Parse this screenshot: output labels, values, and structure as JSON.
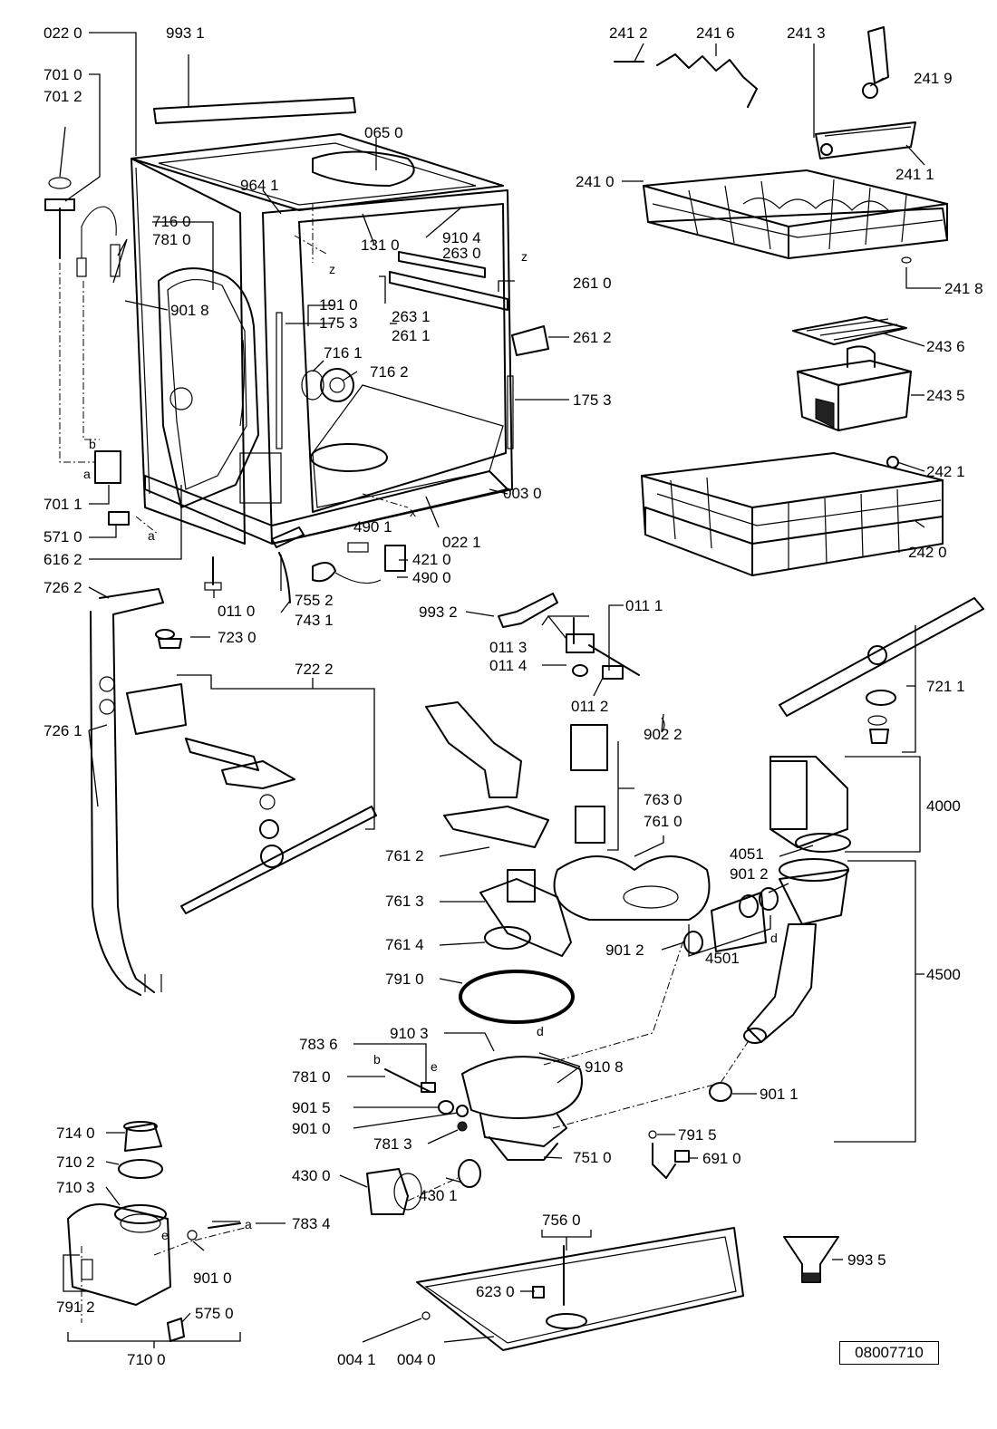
{
  "diagram": {
    "reference_number": "08007710",
    "labels": {
      "p0220": "022 0",
      "p9931": "993 1",
      "p7010": "701 0",
      "p7012": "701 2",
      "p0650": "065 0",
      "p9641": "964 1",
      "p7160": "716 0",
      "p7810": "781 0",
      "p9018": "901 8",
      "p1310": "131 0",
      "p9104": "910 4",
      "p2630": "263 0",
      "p2610": "261 0",
      "p1910": "191 0",
      "p1753a": "175 3",
      "p2631": "263 1",
      "p2611": "261 1",
      "p2612": "261 2",
      "p7161": "716 1",
      "p7162": "716 2",
      "p1753b": "175 3",
      "p7011": "701 1",
      "p0030": "003 0",
      "p5710": "571 0",
      "p4901": "490 1",
      "p6162": "616 2",
      "p0221": "022 1",
      "p4210": "421 0",
      "p4900": "490 0",
      "p7262": "726 2",
      "p0110": "011 0",
      "p7552": "755 2",
      "p7431": "743 1",
      "p7230": "723 0",
      "p7222": "722 2",
      "p7261": "726 1",
      "p2412": "241 2",
      "p2416": "241 6",
      "p2413": "241 3",
      "p2419": "241 9",
      "p2411": "241 1",
      "p2410": "241 0",
      "p2418": "241 8",
      "p2436": "243 6",
      "p2435": "243 5",
      "p2421": "242 1",
      "p2420": "242 0",
      "p9932": "993 2",
      "p0111": "011 1",
      "p0113": "011 3",
      "p0114": "011 4",
      "p0112": "011 2",
      "p9022": "902 2",
      "p7211": "721 1",
      "p7630": "763 0",
      "p7610": "761 0",
      "p4000": "4000",
      "p4051": "4051",
      "p9012a": "901 2",
      "p7612": "761 2",
      "p7613": "761 3",
      "p7614": "761 4",
      "p9012b": "901 2",
      "p4501": "4501",
      "p4500": "4500",
      "p7910": "791 0",
      "p7836": "783 6",
      "p9103": "910 3",
      "p9108": "910 8",
      "p7810b": "781 0",
      "p9015": "901 5",
      "p9010a": "901 0",
      "p7813": "781 3",
      "p9011": "901 1",
      "p7140": "714 0",
      "p7102": "710 2",
      "p7915": "791 5",
      "p6910": "691 0",
      "p7103": "710 3",
      "p4300": "430 0",
      "p4301": "430 1",
      "p7834": "783 4",
      "p7510": "751 0",
      "p7560": "756 0",
      "p9935": "993 5",
      "p7912": "791 2",
      "p9010b": "901 0",
      "p6230": "623 0",
      "p5750": "575 0",
      "p0041": "004 1",
      "p0040": "004 0",
      "p7100": "710 0"
    },
    "letters": {
      "a1": "a",
      "a2": "a",
      "a3": "a",
      "b1": "b",
      "b2": "b",
      "d1": "d",
      "d2": "d",
      "e1": "e",
      "e2": "e",
      "x1": "x",
      "z1": "z",
      "z2": "z"
    }
  }
}
